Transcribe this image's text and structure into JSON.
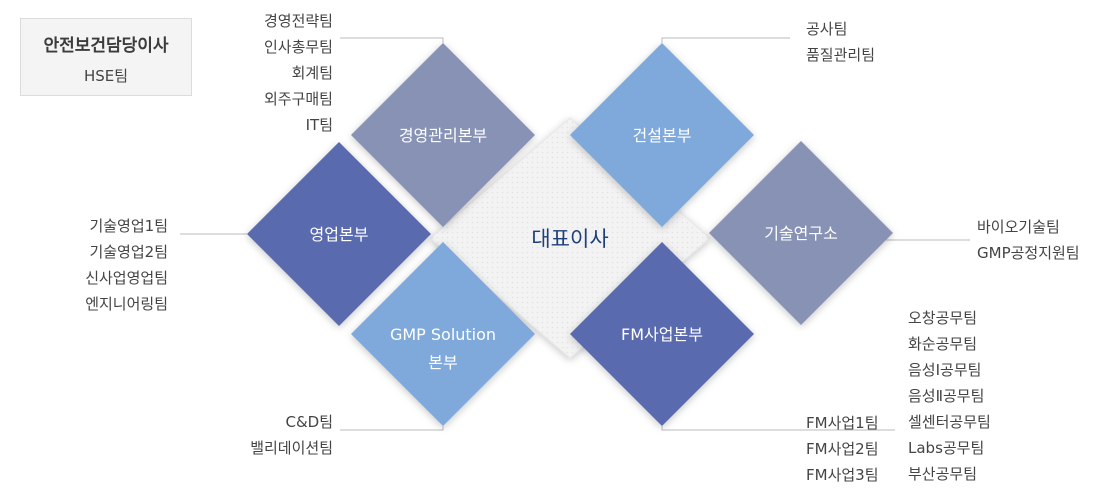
{
  "safety": {
    "title": "안전보건담당이사",
    "team": "HSE팀"
  },
  "ceo": {
    "label": "대표이사"
  },
  "divisions": {
    "management": {
      "label": "경영관리본부",
      "color": "#8792b4"
    },
    "sales": {
      "label": "영업본부",
      "color": "#5a6aae"
    },
    "gmp": {
      "line1": "GMP Solution",
      "line2": "본부",
      "color": "#7ea9da"
    },
    "construction": {
      "label": "건설본부",
      "color": "#7ea9da"
    },
    "research": {
      "label": "기술연구소",
      "color": "#8792b4"
    },
    "fm": {
      "label": "FM사업본부",
      "color": "#5a6aae"
    }
  },
  "teams": {
    "management": [
      "경영전략팀",
      "인사총무팀",
      "회계팀",
      "외주구매팀",
      "IT팀"
    ],
    "sales": [
      "기술영업1팀",
      "기술영업2팀",
      "신사업영업팀",
      "엔지니어링팀"
    ],
    "gmp": [
      "C&D팀",
      "밸리데이션팀"
    ],
    "construction": [
      "공사팀",
      "품질관리팀"
    ],
    "research": [
      "바이오기술팀",
      "GMP공정지원팀"
    ],
    "fm": [
      "FM사업1팀",
      "FM사업2팀",
      "FM사업3팀"
    ],
    "fm_sites": [
      "오창공무팀",
      "화순공무팀",
      "음성Ⅰ공무팀",
      "음성Ⅱ공무팀",
      "셀센터공무팀",
      "Labs공무팀",
      "부산공무팀"
    ]
  },
  "colors": {
    "ceo_text": "#1e3f7a",
    "connector": "#bbbbbb",
    "ceo_fill": "#f0f0f0"
  }
}
